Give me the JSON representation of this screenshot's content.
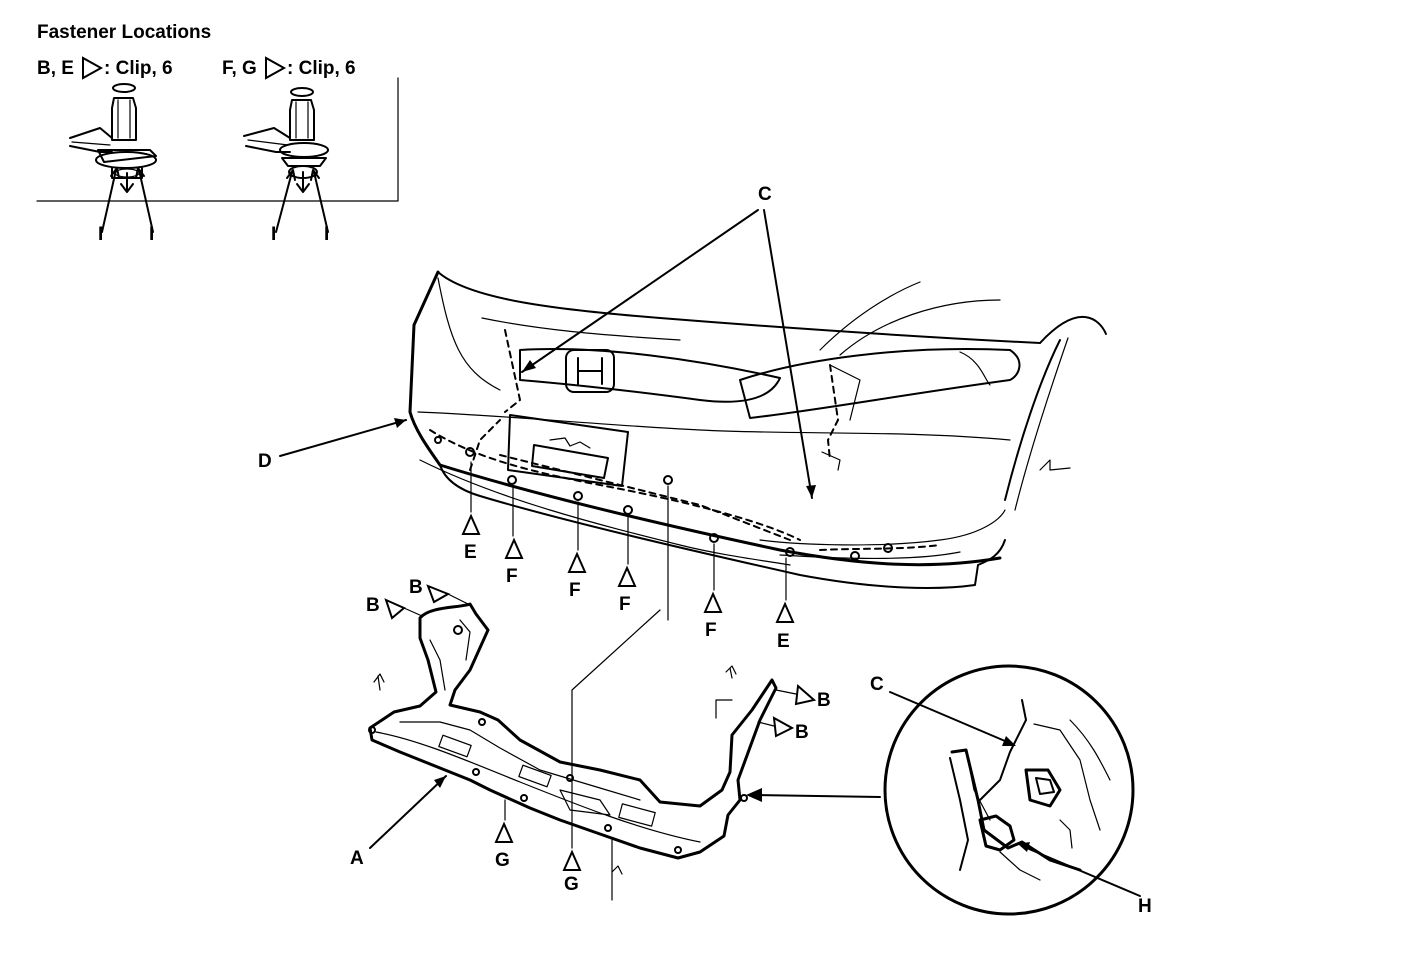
{
  "header": {
    "title": "Fastener Locations",
    "clip_be": "B, E",
    "clip_be_desc": ": Clip, 6",
    "clip_fg": "F, G",
    "clip_fg_desc": ": Clip, 6"
  },
  "callouts": {
    "A": "A",
    "B": "B",
    "C": "C",
    "D": "D",
    "E": "E",
    "F": "F",
    "G": "G",
    "H": "H",
    "I": "I"
  }
}
